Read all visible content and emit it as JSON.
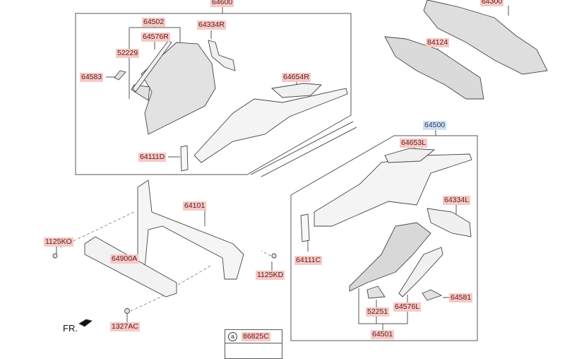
{
  "diagram": {
    "assemblies": {
      "right_apron": "64600",
      "left_apron": "64500"
    },
    "labels": {
      "l64600": "64600",
      "l64502": "64502",
      "l64576R": "64576R",
      "l52229": "52229",
      "l64583": "64583",
      "l64334R": "64334R",
      "l64654R": "64654R",
      "l64111D": "64111D",
      "l64300": "64300",
      "l84124": "84124",
      "l64500": "64500",
      "l64653L": "64653L",
      "l64334L": "64334L",
      "l64111C": "64111C",
      "l64581": "64581",
      "l52251": "52251",
      "l64576L": "64576L",
      "l64501": "64501",
      "l64101": "64101",
      "l1125KO": "1125KO",
      "l64900A": "64900A",
      "l1125KD": "1125KD",
      "l1327AC": "1327AC"
    },
    "front_indicator": "FR.",
    "legend": {
      "marker": "a",
      "part": "86825C"
    },
    "colors": {
      "label_bg": "#f6c9c6",
      "highlight_bg": "#cfe0f5"
    }
  }
}
